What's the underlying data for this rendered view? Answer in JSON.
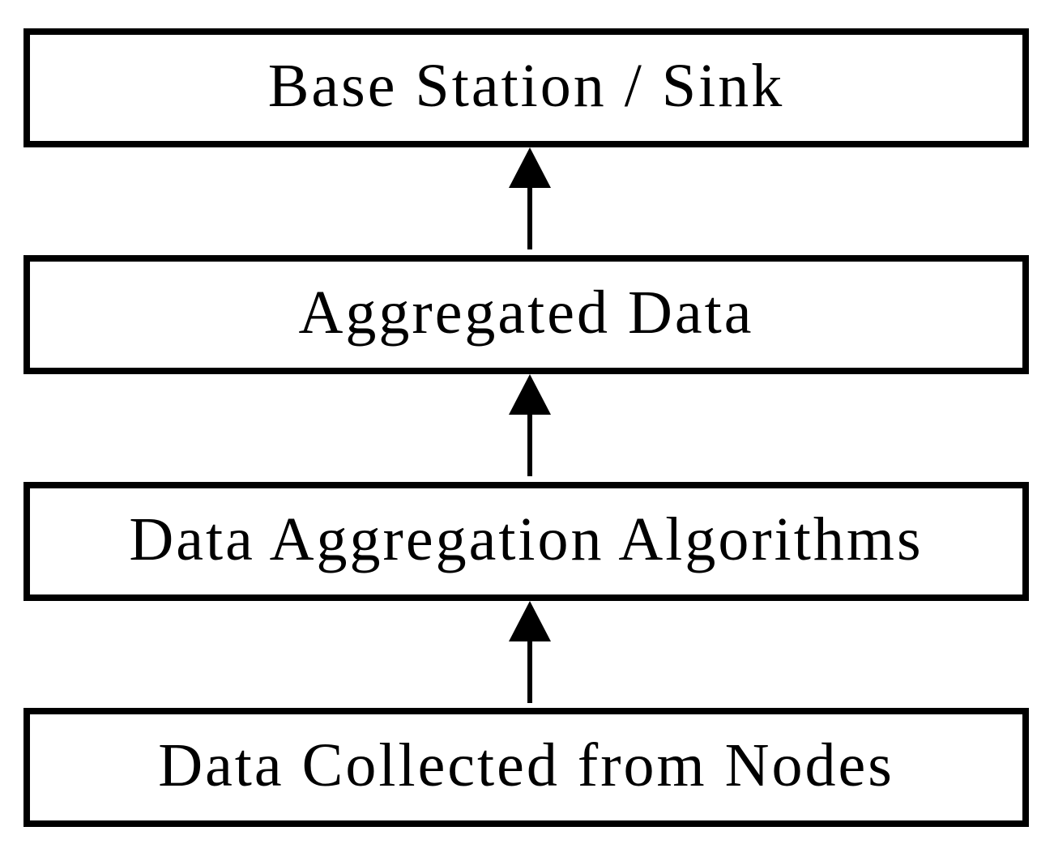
{
  "diagram": {
    "type": "flow",
    "direction": "bottom-to-top",
    "nodes": [
      {
        "id": "base-station-sink",
        "label": "Base Station / Sink"
      },
      {
        "id": "aggregated-data",
        "label": "Aggregated Data"
      },
      {
        "id": "data-aggregation-algorithms",
        "label": "Data Aggregation Algorithms"
      },
      {
        "id": "data-collected-from-nodes",
        "label": "Data Collected from Nodes"
      }
    ],
    "edges": [
      {
        "from": "data-collected-from-nodes",
        "to": "data-aggregation-algorithms",
        "arrow": "up"
      },
      {
        "from": "data-aggregation-algorithms",
        "to": "aggregated-data",
        "arrow": "up"
      },
      {
        "from": "aggregated-data",
        "to": "base-station-sink",
        "arrow": "up"
      }
    ]
  },
  "colors": {
    "background": "#ffffff",
    "border": "#000000",
    "text": "#000000",
    "arrow": "#000000"
  }
}
